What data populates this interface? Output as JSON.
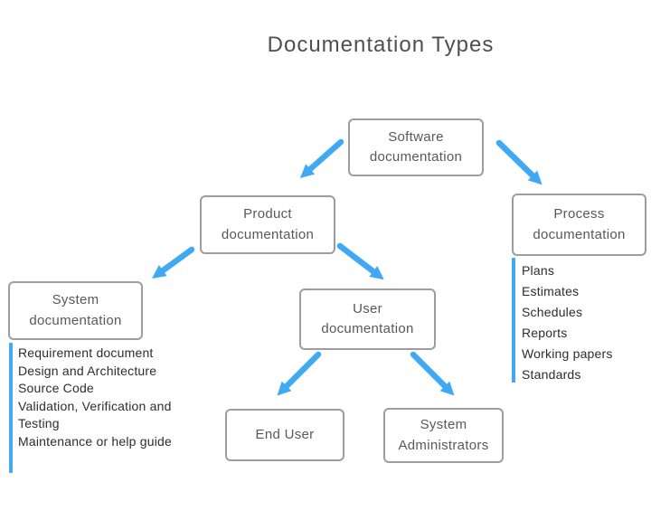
{
  "title": "Documentation Types",
  "colors": {
    "arrow": "#3FA9F4",
    "box_border": "#9D9D9D",
    "box_text": "#58595B",
    "list_text": "#2D2D2D",
    "title_text": "#4F4F4F"
  },
  "nodes": {
    "software": {
      "label": "Software documentation"
    },
    "product": {
      "label": "Product documentation"
    },
    "process": {
      "label": "Process documentation"
    },
    "system": {
      "label": "System documentation"
    },
    "user": {
      "label": "User documentation"
    },
    "end_user": {
      "label": "End User"
    },
    "system_administrators": {
      "label": "System Administrators"
    }
  },
  "lists": {
    "system": {
      "items": [
        "Requirement document",
        "Design and Architecture",
        "Source Code",
        "Validation, Verification and Testing",
        "Maintenance or help guide"
      ]
    },
    "process": {
      "items": [
        "Plans",
        "Estimates",
        "Schedules",
        "Reports",
        "Working papers",
        "Standards"
      ]
    }
  }
}
